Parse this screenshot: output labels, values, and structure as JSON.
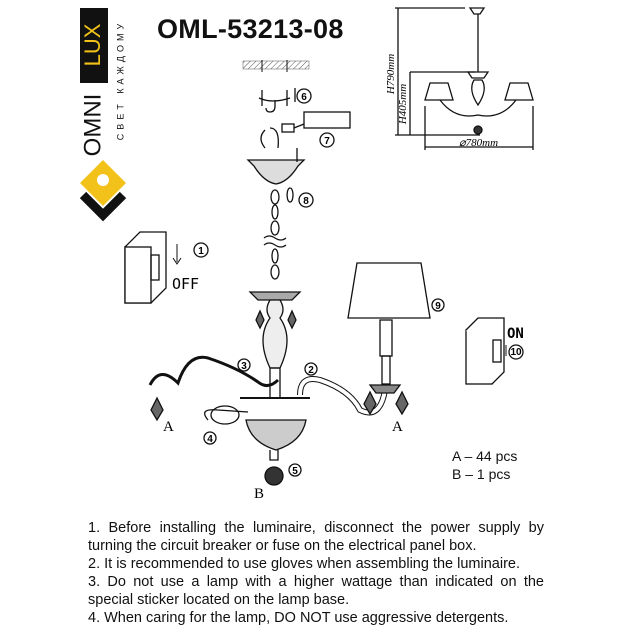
{
  "brand": {
    "logo_word_1": "OMNI",
    "logo_word_2": "LUX",
    "tagline": "СВЕТ КАЖДОМУ",
    "accent_color": "#f2c21a"
  },
  "title": "OML-53213-08",
  "dimensions": {
    "total_height": "H790mm",
    "body_height": "H405mm",
    "diameter": "⌀780mm"
  },
  "steps": [
    "1",
    "2",
    "3",
    "4",
    "5",
    "6",
    "7",
    "8",
    "9",
    "10"
  ],
  "switch": {
    "off_label": "OFF",
    "on_label": "ON"
  },
  "parts": {
    "label_a": "A",
    "label_b": "B",
    "count_a": "A – 44 pcs",
    "count_b": "B – 1 pcs"
  },
  "notes": [
    "1. Before installing the luminaire, disconnect the power supply by turning the circuit breaker or fuse on the electrical panel box.",
    "2. It is recommended to use gloves when assembling the luminaire.",
    "3. Do not use a lamp with a higher wattage than indicated on the special sticker located on the lamp base.",
    "4. When caring for the lamp, DO NOT use aggressive detergents."
  ]
}
